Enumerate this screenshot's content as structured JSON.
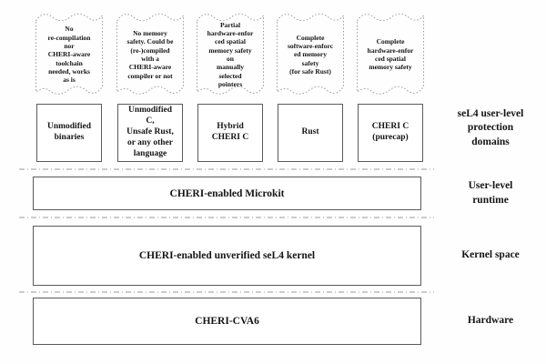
{
  "columns": [
    {
      "note": "No\nre-compilation\nnor\nCHERI-aware\ntoolchain\nneeded, works\nas is",
      "box": "Unmodified\nbinaries"
    },
    {
      "note": "No memory\nsafety. Could be\n(re-)compiled\nwith a\nCHERI-aware\ncompiler or not",
      "box": "Unmodified\nC,\nUnsafe Rust,\nor any other\nlanguage"
    },
    {
      "note": "Partial\nhardware-enfor\nced spatial\nmemory safety\non\nmanually\nselected\npointers",
      "box": "Hybrid\nCHERI C"
    },
    {
      "note": "Complete\nsoftware-enforc\ned memory\nsafety\n(for safe Rust)",
      "box": "Rust"
    },
    {
      "note": "Complete\nhardware-enfor\nced spatial\nmemory safety",
      "box": "CHERI C\n(purecap)"
    }
  ],
  "layers": [
    {
      "label": "CHERI-enabled Microkit"
    },
    {
      "label": "CHERI-enabled unverified seL4 kernel"
    },
    {
      "label": "CHERI-CVA6"
    }
  ],
  "right_labels": [
    {
      "text": "seL4 user-level\nprotection\ndomains"
    },
    {
      "text": "User-level\nruntime"
    },
    {
      "text": "Kernel space"
    },
    {
      "text": "Hardware"
    }
  ],
  "colors": {
    "box_border": "#5a5a5a",
    "dotted_border": "#9a9a9a",
    "separator": "#9a9a9a",
    "text": "#141414",
    "background": "#fefefe"
  }
}
